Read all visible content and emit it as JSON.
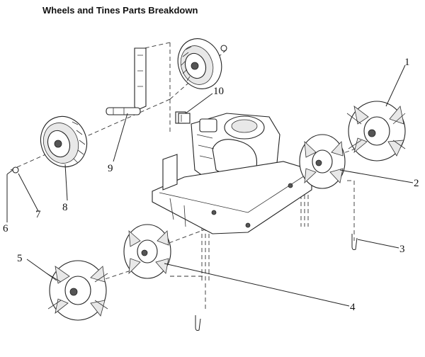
{
  "title": "Wheels and Tines Parts Breakdown",
  "callouts": [
    {
      "id": "1",
      "label": "1"
    },
    {
      "id": "2",
      "label": "2"
    },
    {
      "id": "3",
      "label": "3"
    },
    {
      "id": "4",
      "label": "4"
    },
    {
      "id": "5",
      "label": "5"
    },
    {
      "id": "6",
      "label": "6"
    },
    {
      "id": "7",
      "label": "7"
    },
    {
      "id": "8",
      "label": "8"
    },
    {
      "id": "9",
      "label": "9"
    },
    {
      "id": "10",
      "label": "10"
    }
  ]
}
